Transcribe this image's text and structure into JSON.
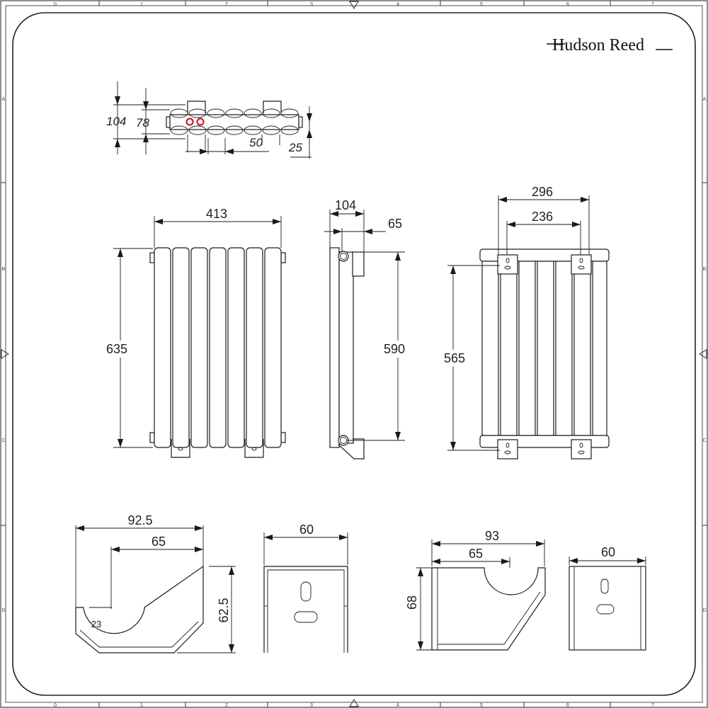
{
  "brand": {
    "name": "Hudson Reed"
  },
  "frame": {
    "columns": [
      "0",
      "1",
      "2",
      "3",
      "4",
      "5",
      "6",
      "7"
    ],
    "rows": [
      "A",
      "B",
      "C",
      "D"
    ]
  },
  "top_view": {
    "dims": {
      "depth_overall": "104",
      "depth_pipe": "78",
      "pitch": "50",
      "pipe_offset": "25"
    },
    "pipe_color": "#d0202a"
  },
  "front_view": {
    "dims": {
      "width": "413",
      "height": "635"
    }
  },
  "side_view": {
    "dims": {
      "depth": "104",
      "bracket": "65",
      "centres": "590"
    }
  },
  "back_view": {
    "dims": {
      "outer": "296",
      "inner": "236",
      "height": "565"
    }
  },
  "bracket_details": {
    "left_side": {
      "length": "92.5",
      "seat": "65",
      "height": "62.5",
      "radius": "23"
    },
    "left_front": {
      "width": "60"
    },
    "right_side": {
      "length": "93",
      "seat": "65",
      "height": "68"
    },
    "right_front": {
      "width": "60"
    }
  }
}
